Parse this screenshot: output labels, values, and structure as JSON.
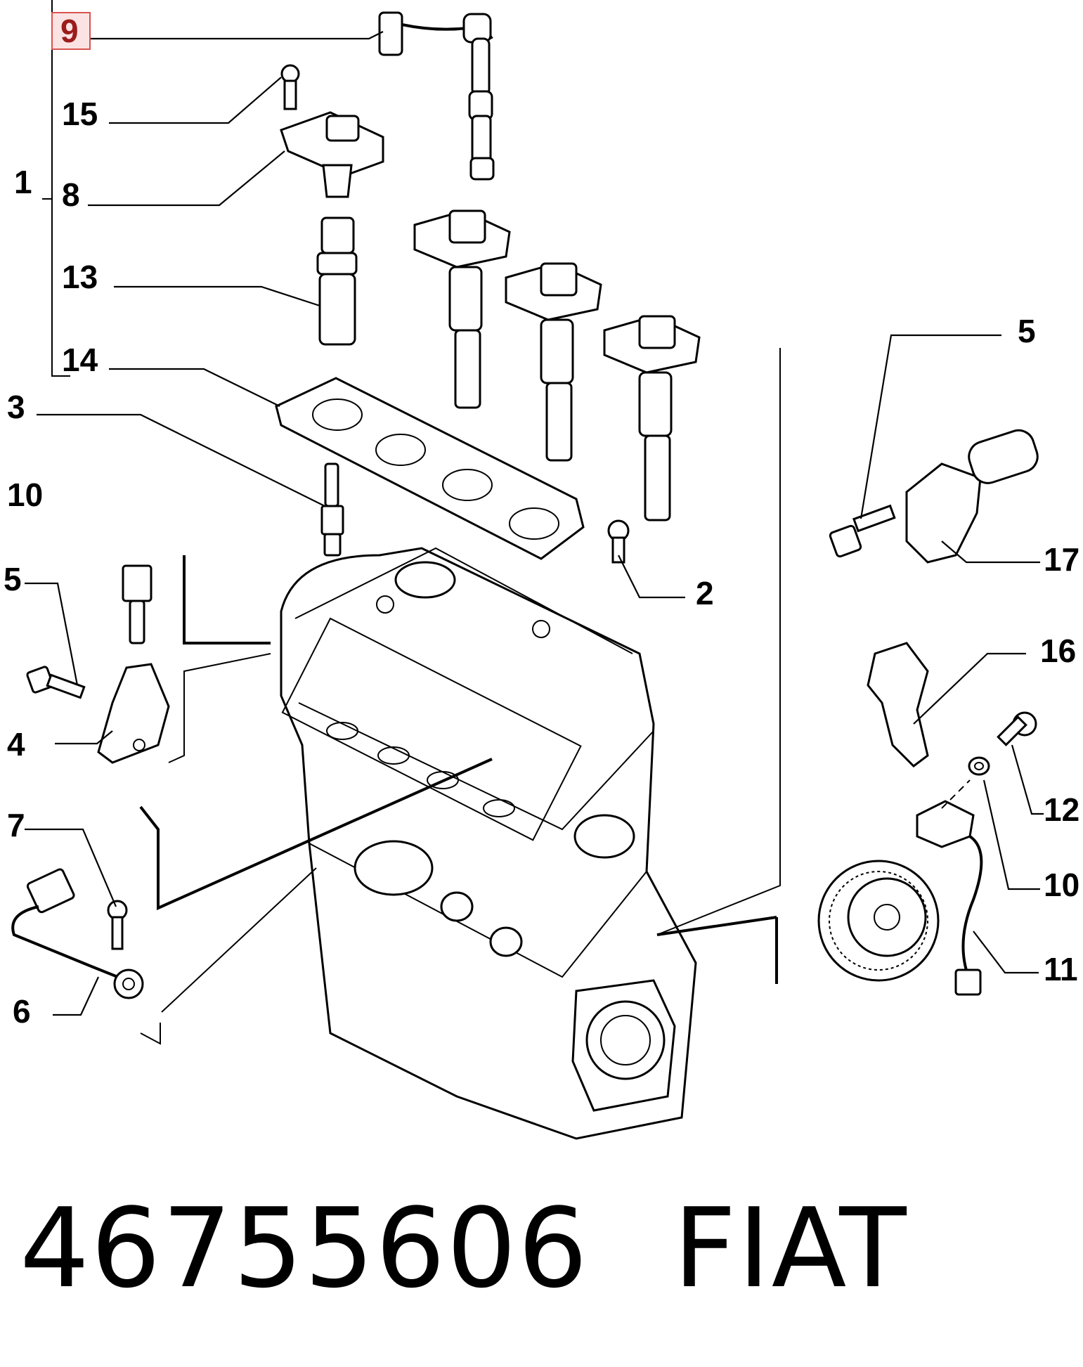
{
  "callouts": {
    "c9": "9",
    "c15": "15",
    "c1": "1",
    "c8": "8",
    "c13": "13",
    "c14": "14",
    "c3": "3",
    "c10a": "10",
    "c5a": "5",
    "c4": "4",
    "c7": "7",
    "c6": "6",
    "c5b": "5",
    "c17": "17",
    "c2": "2",
    "c16": "16",
    "c12": "12",
    "c10b": "10",
    "c11": "11"
  },
  "highlight_color": "#d9534f",
  "caption": {
    "part_number": "46755606",
    "brand": "FIAT"
  }
}
